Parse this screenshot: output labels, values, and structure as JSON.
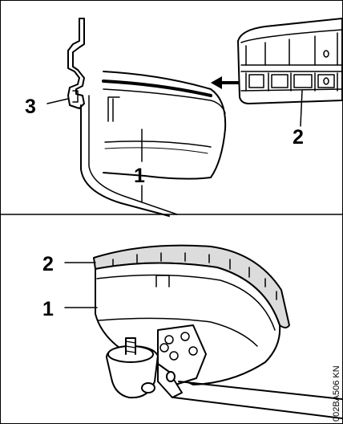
{
  "panels": [
    {
      "callouts": [
        {
          "id": "callout-3",
          "label": "3"
        },
        {
          "id": "callout-2",
          "label": "2"
        },
        {
          "id": "callout-1",
          "label": "1"
        }
      ]
    },
    {
      "callouts": [
        {
          "id": "callout-2",
          "label": "2"
        },
        {
          "id": "callout-1",
          "label": "1"
        }
      ]
    }
  ],
  "reference_code": "002BA506 KN",
  "colors": {
    "line": "#000000",
    "background": "#ffffff",
    "shade": "#dcdcdc"
  }
}
